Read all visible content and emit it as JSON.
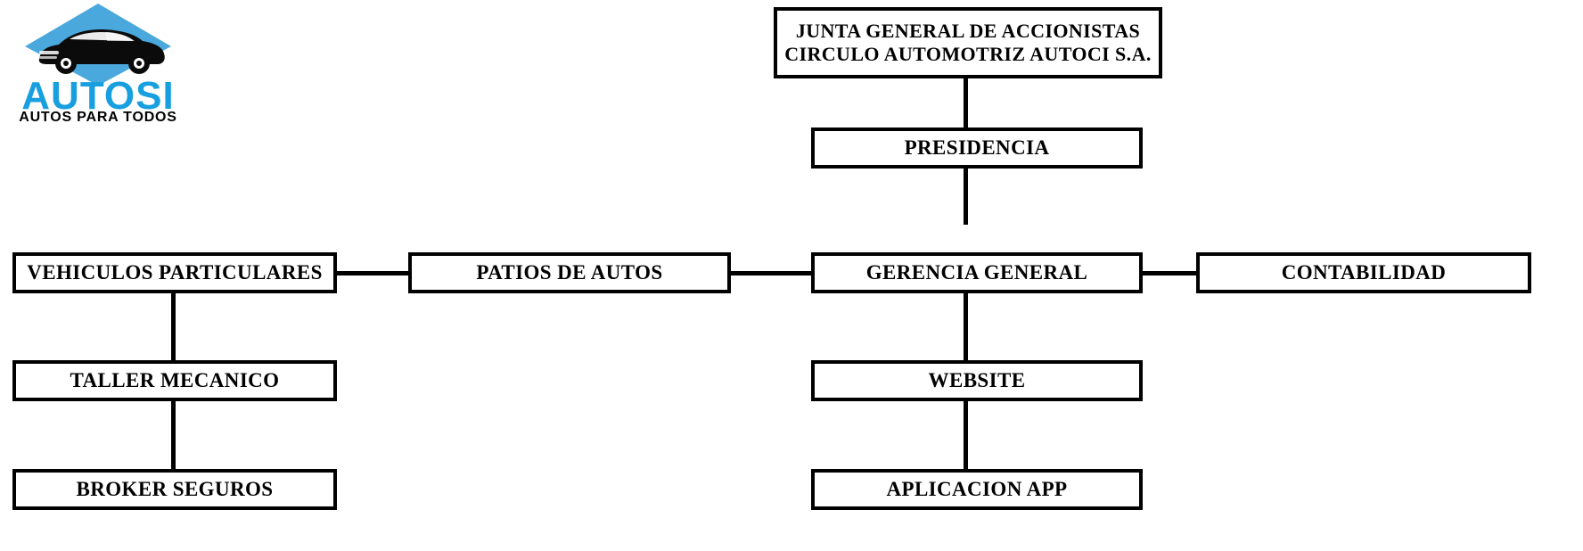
{
  "logo": {
    "name": "autosi-logo",
    "brand": "AUTOSI",
    "tagline": "AUTOS PARA TODOS",
    "brand_color": "#189FE0",
    "diamond_color": "#4BA8DC",
    "car_color": "#0B0B0B"
  },
  "chart_data": {
    "type": "diagram",
    "diagram_type": "organizational-chart",
    "title": "",
    "nodes": [
      {
        "id": "junta",
        "label": "JUNTA GENERAL DE ACCIONISTAS\nCIRCULO AUTOMOTRIZ AUTOCI S.A.",
        "level": 0
      },
      {
        "id": "presidencia",
        "label": "PRESIDENCIA",
        "level": 1
      },
      {
        "id": "gerencia",
        "label": "GERENCIA GENERAL",
        "level": 2
      },
      {
        "id": "patios",
        "label": "PATIOS DE AUTOS",
        "level": 2
      },
      {
        "id": "vehiculos",
        "label": "VEHICULOS PARTICULARES",
        "level": 2
      },
      {
        "id": "contabilidad",
        "label": "CONTABILIDAD",
        "level": 2
      },
      {
        "id": "taller",
        "label": "TALLER MECANICO",
        "level": 3
      },
      {
        "id": "broker",
        "label": "BROKER SEGUROS",
        "level": 4
      },
      {
        "id": "website",
        "label": "WEBSITE",
        "level": 3
      },
      {
        "id": "aplicacion",
        "label": "APLICACION APP",
        "level": 4
      }
    ],
    "edges": [
      {
        "from": "junta",
        "to": "presidencia"
      },
      {
        "from": "presidencia",
        "to": "gerencia"
      },
      {
        "from": "gerencia",
        "to": "patios"
      },
      {
        "from": "patios",
        "to": "vehiculos"
      },
      {
        "from": "gerencia",
        "to": "contabilidad"
      },
      {
        "from": "vehiculos",
        "to": "taller"
      },
      {
        "from": "taller",
        "to": "broker"
      },
      {
        "from": "gerencia",
        "to": "website"
      },
      {
        "from": "website",
        "to": "aplicacion"
      }
    ]
  },
  "nodes": {
    "junta": "JUNTA GENERAL DE ACCIONISTAS\nCIRCULO AUTOMOTRIZ AUTOCI S.A.",
    "presidencia": "PRESIDENCIA",
    "gerencia": "GERENCIA GENERAL",
    "patios": "PATIOS DE AUTOS",
    "vehiculos": "VEHICULOS PARTICULARES",
    "contabilidad": "CONTABILIDAD",
    "taller": "TALLER MECANICO",
    "broker": "BROKER SEGUROS",
    "website": "WEBSITE",
    "aplicacion": "APLICACION APP"
  }
}
